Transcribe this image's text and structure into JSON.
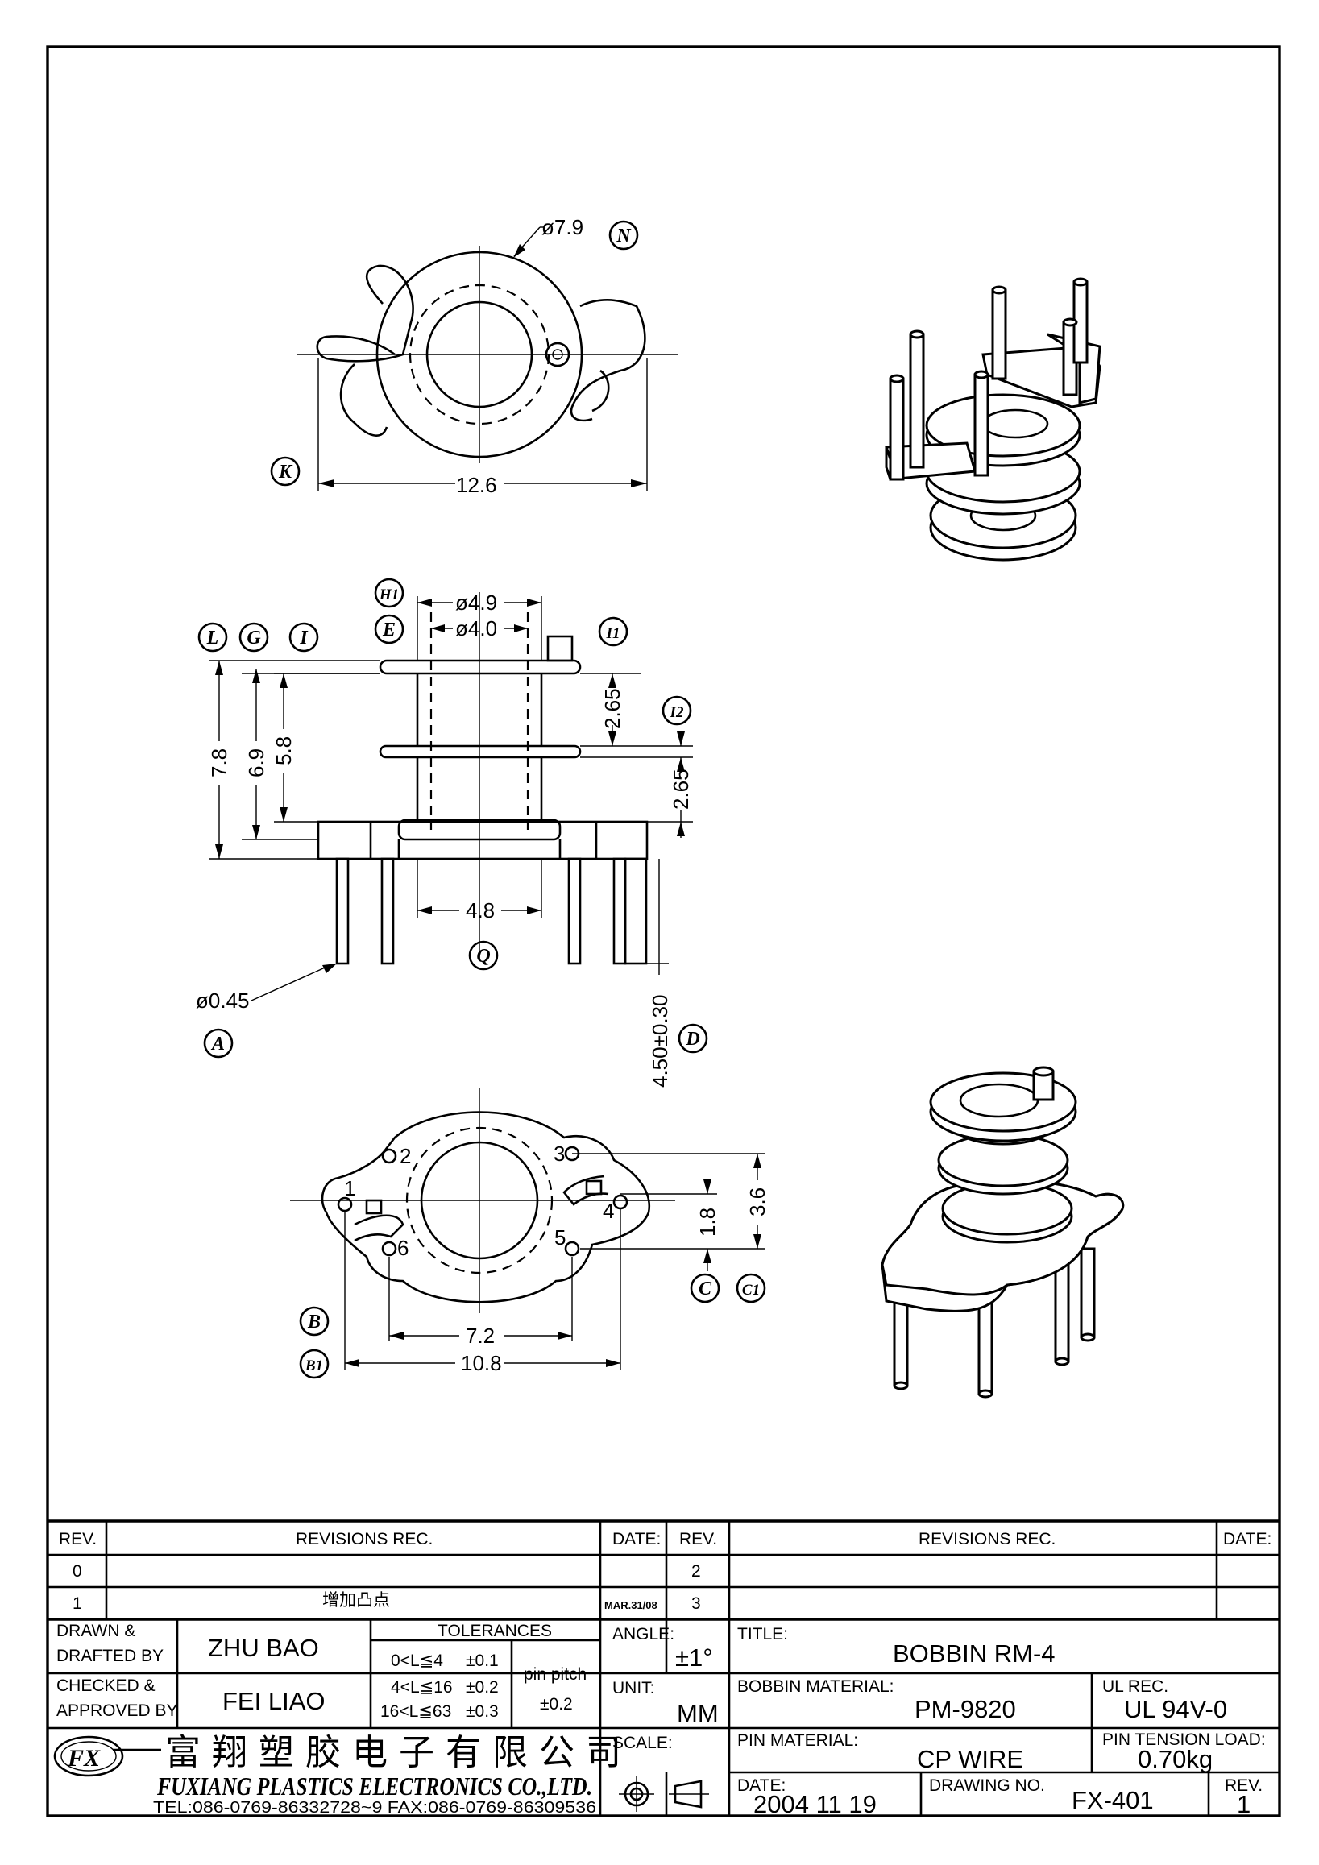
{
  "callouts": {
    "N": "N",
    "K": "K",
    "L": "L",
    "G": "G",
    "I": "I",
    "H1": "H1",
    "E": "E",
    "I1": "I1",
    "I2": "I2",
    "Q": "Q",
    "A": "A",
    "D": "D",
    "B": "B",
    "B1": "B1",
    "C": "C",
    "C1": "C1"
  },
  "dimensions": {
    "dia_7_9": "ø7.9",
    "width_12_6": "12.6",
    "dia_4_9": "ø4.9",
    "dia_4_0": "ø4.0",
    "h_7_8": "7.8",
    "h_6_9": "6.9",
    "h_5_8": "5.8",
    "h_2_65_a": "2.65",
    "h_2_65_b": "2.65",
    "w_4_8": "4.8",
    "pin_dia": "ø0.45",
    "pin_len": "4.50±0.30",
    "w_7_2": "7.2",
    "w_10_8": "10.8",
    "h_1_8": "1.8",
    "h_3_6": "3.6"
  },
  "pin_numbers": [
    "1",
    "2",
    "3",
    "4",
    "5",
    "6"
  ],
  "title_block": {
    "revisions_left": {
      "rev_header": "REV.",
      "rec_header": "REVISIONS   REC.",
      "date_header": "DATE:",
      "rows": [
        {
          "rev": "0",
          "rec": "",
          "date": ""
        },
        {
          "rev": "1",
          "rec": "增加凸点",
          "date": "MAR.31/08"
        }
      ]
    },
    "revisions_right": {
      "rev_header": "REV.",
      "rec_header": "REVISIONS   REC.",
      "date_header": "DATE:",
      "rows": [
        {
          "rev": "2",
          "rec": "",
          "date": ""
        },
        {
          "rev": "3",
          "rec": "",
          "date": ""
        }
      ]
    },
    "drawn_label_1": "DRAWN  &",
    "drawn_label_2": "DRAFTED  BY",
    "drawn_by": "ZHU   BAO",
    "checked_label_1": "CHECKED  &",
    "checked_label_2": "APPROVED  BY",
    "checked_by": "FEI  LIAO",
    "tolerances_label": "TOLERANCES",
    "tolerance_rows": [
      {
        "range": "0<L≦4",
        "tol": "±0.1"
      },
      {
        "range": "4<L≦16",
        "tol": "±0.2"
      },
      {
        "range": "16<L≦63",
        "tol": "±0.3"
      }
    ],
    "pin_pitch_label": "pin  pitch",
    "pin_pitch_tol": "±0.2",
    "angle_label": "ANGLE:",
    "angle_value": "±1°",
    "unit_label": "UNIT:",
    "unit_value": "MM",
    "scale_label": "SCALE:",
    "title_label": "TITLE:",
    "title_value": "BOBBIN  RM-4",
    "bobbin_material_label": "BOBBIN  MATERIAL:",
    "bobbin_material_value": "PM-9820",
    "ul_label": "UL  REC.",
    "ul_value": "UL  94V-0",
    "pin_material_label": "PIN  MATERIAL:",
    "pin_material_value": "CP  WIRE",
    "pin_tension_label": "PIN  TENSION  LOAD:",
    "pin_tension_value": "0.70kg",
    "date_label": "DATE:",
    "date_value": "2004  11  19",
    "drawing_no_label": "DRAWING  NO.",
    "drawing_no_value": "FX-401",
    "rev_label": "REV.",
    "rev_value": "1",
    "company_cn": "富翔塑胶电子有限公司",
    "company_en": "FUXIANG  PLASTICS  ELECTRONICS  CO.,LTD.",
    "company_tel": "TEL:086-0769-86332728~9   FAX:086-0769-86309536"
  }
}
